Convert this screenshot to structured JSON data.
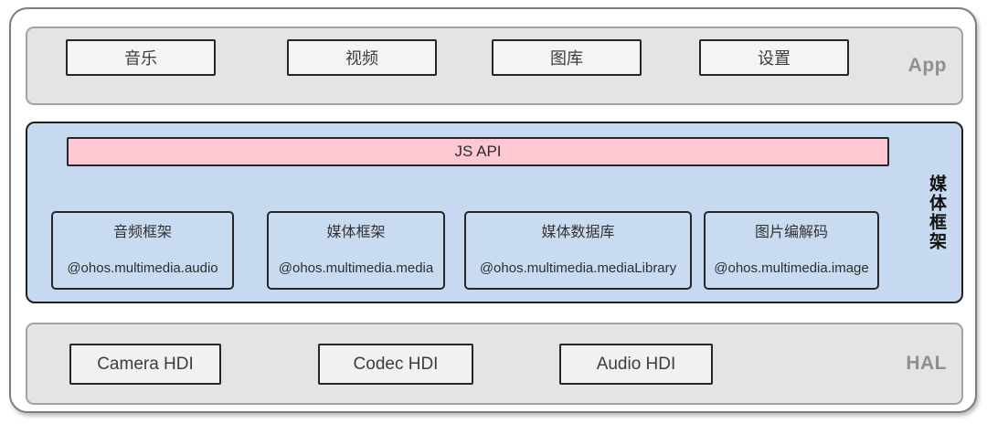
{
  "diagram": {
    "title": "multimedia-architecture-diagram",
    "app_layer": {
      "label": "App",
      "items": [
        {
          "label": "音乐"
        },
        {
          "label": "视频"
        },
        {
          "label": "图库"
        },
        {
          "label": "设置"
        }
      ]
    },
    "media_layer": {
      "label": "媒体框架",
      "js_api_label": "JS API",
      "modules": [
        {
          "title": "音频框架",
          "package": "@ohos.multimedia.audio"
        },
        {
          "title": "媒体框架",
          "package": "@ohos.multimedia.media"
        },
        {
          "title": "媒体数据库",
          "package": "@ohos.multimedia.mediaLibrary"
        },
        {
          "title": "图片编解码",
          "package": "@ohos.multimedia.image"
        }
      ]
    },
    "hal_layer": {
      "label": "HAL",
      "items": [
        {
          "label": "Camera HDI"
        },
        {
          "label": "Codec HDI"
        },
        {
          "label": "Audio HDI"
        }
      ]
    },
    "colors": {
      "band_gray": "#e4e4e4",
      "band_gray_border": "#a3a3a3",
      "band_blue": "#c6d9f0",
      "js_api_pink": "#fdc8d2",
      "box_light": "#f4f4f4",
      "box_border_dark": "#262626",
      "outer_border_gray": "#7d7d7d",
      "layer_label_gray": "#8f8f8f",
      "vertical_label_black": "#111111"
    }
  }
}
